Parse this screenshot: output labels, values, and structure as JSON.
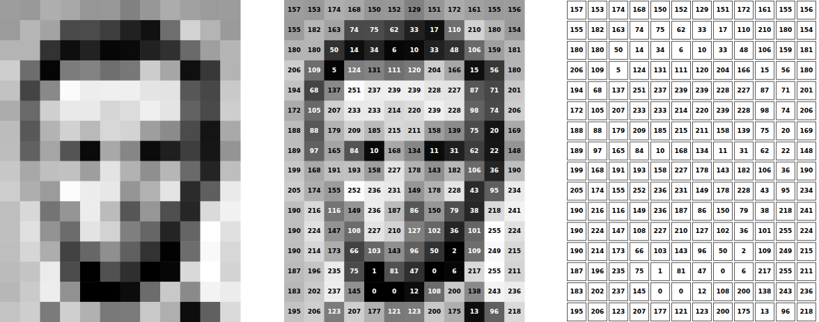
{
  "diagram": {
    "labels": [
      "157",
      "153",
      "174",
      "168",
      "150",
      "152",
      "129",
      "151",
      "172",
      "161",
      "155",
      "156",
      "155",
      "182",
      "163",
      "74",
      "75",
      "62",
      "33",
      "17",
      "110",
      "210",
      "180",
      "154",
      "180",
      "180",
      "50",
      "14",
      "34",
      "6",
      "10",
      "33",
      "48",
      "106",
      "159",
      "181",
      "206",
      "109",
      "5",
      "124",
      "131",
      "111",
      "120",
      "204",
      "166",
      "15",
      "56",
      "180",
      "194",
      "68",
      "137",
      "251",
      "237",
      "239",
      "239",
      "228",
      "227",
      "87",
      "71",
      "201",
      "172",
      "105",
      "207",
      "233",
      "233",
      "214",
      "220",
      "239",
      "228",
      "98",
      "74",
      "206",
      "188",
      "88",
      "179",
      "209",
      "185",
      "215",
      "211",
      "158",
      "139",
      "75",
      "20",
      "169",
      "189",
      "97",
      "165",
      "84",
      "10",
      "168",
      "134",
      "11",
      "31",
      "62",
      "22",
      "148",
      "199",
      "168",
      "191",
      "193",
      "158",
      "227",
      "178",
      "143",
      "182",
      "106",
      "36",
      "190",
      "205",
      "174",
      "155",
      "252",
      "236",
      "231",
      "149",
      "178",
      "228",
      "43",
      "95",
      "234",
      "190",
      "216",
      "116",
      "149",
      "236",
      "187",
      "86",
      "150",
      "79",
      "38",
      "218",
      "241",
      "190",
      "224",
      "147",
      "108",
      "227",
      "210",
      "127",
      "102",
      "36",
      "101",
      "255",
      "224",
      "190",
      "214",
      "173",
      "66",
      "103",
      "143",
      "96",
      "50",
      "2",
      "109",
      "249",
      "215",
      "187",
      "196",
      "235",
      "75",
      "1",
      "81",
      "47",
      "0",
      "6",
      "217",
      "255",
      "211",
      "183",
      "202",
      "237",
      "145",
      "0",
      "0",
      "12",
      "108",
      "200",
      "138",
      "243",
      "236",
      "195",
      "206",
      "123",
      "207",
      "177",
      "121",
      "123",
      "200",
      "175",
      "13",
      "96",
      "218",
      "157",
      "153",
      "174",
      "168",
      "150",
      "152",
      "129",
      "151",
      "172",
      "161",
      "155",
      "156",
      "155",
      "182",
      "163",
      "74",
      "75",
      "62",
      "33",
      "17",
      "110",
      "210",
      "180",
      "154",
      "180",
      "180",
      "50",
      "14",
      "34",
      "6",
      "10",
      "33",
      "48",
      "106",
      "159",
      "181",
      "206",
      "109",
      "5",
      "124",
      "131",
      "111",
      "120",
      "204",
      "166",
      "15",
      "56",
      "180",
      "194",
      "68",
      "137",
      "251",
      "237",
      "239",
      "239",
      "228",
      "227",
      "87",
      "71",
      "201",
      "172",
      "105",
      "207",
      "233",
      "233",
      "214",
      "220",
      "239",
      "228",
      "98",
      "74",
      "206",
      "188",
      "88",
      "179",
      "209",
      "185",
      "215",
      "211",
      "158",
      "139",
      "75",
      "20",
      "169",
      "189",
      "97",
      "165",
      "84",
      "10",
      "168",
      "134",
      "11",
      "31",
      "62",
      "22",
      "148",
      "199",
      "168",
      "191",
      "193",
      "158",
      "227",
      "178",
      "143",
      "182",
      "106",
      "36",
      "190",
      "205",
      "174",
      "155",
      "252",
      "236",
      "231",
      "149",
      "178",
      "228",
      "43",
      "95",
      "234",
      "190",
      "216",
      "116",
      "149",
      "236",
      "187",
      "86",
      "150",
      "79",
      "38",
      "218",
      "241",
      "190",
      "224",
      "147",
      "108",
      "227",
      "210",
      "127",
      "102",
      "36",
      "101",
      "255",
      "224",
      "190",
      "214",
      "173",
      "66",
      "103",
      "143",
      "96",
      "50",
      "2",
      "109",
      "249",
      "215",
      "187",
      "196",
      "235",
      "75",
      "1",
      "81",
      "47",
      "0",
      "6",
      "217",
      "255",
      "211",
      "183",
      "202",
      "237",
      "145",
      "0",
      "0",
      "12",
      "108",
      "200",
      "138",
      "243",
      "236",
      "195",
      "206",
      "123",
      "207",
      "177",
      "121",
      "123",
      "200",
      "175",
      "13",
      "96",
      "218"
    ]
  }
}
